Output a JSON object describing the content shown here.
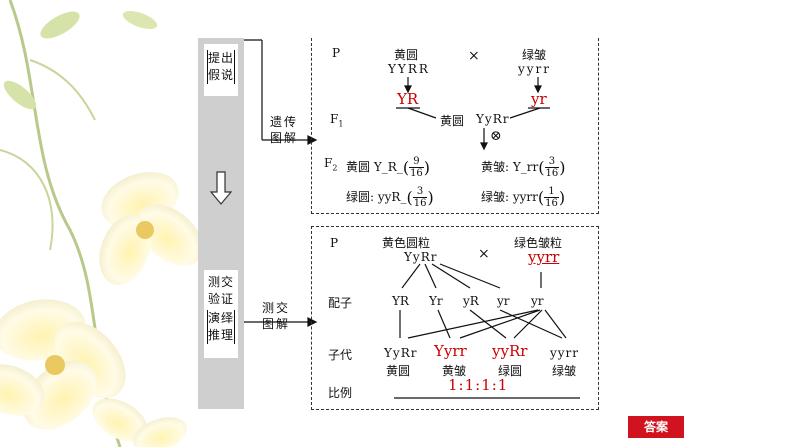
{
  "left_steps": {
    "step1": [
      "提出",
      "假说"
    ],
    "step2": [
      "测交",
      "验证"
    ],
    "step3": [
      "演绎",
      "推理"
    ]
  },
  "connectors": {
    "genetic_diagram": [
      "遗传",
      "图解"
    ],
    "testcross_diagram": [
      "测交",
      "图解"
    ]
  },
  "panel1": {
    "p_label": "P",
    "parent1_pheno": "黄圆",
    "parent1_geno": "YYRR",
    "cross": "×",
    "parent2_pheno": "绿皱",
    "parent2_geno": "yyrr",
    "gamete1": "YR",
    "gamete2": "yr",
    "f1_label": "F",
    "f1_sub": "1",
    "f1_pheno": "黄圆",
    "f1_geno": "YyRr",
    "selfing_symbol": "⊗",
    "f2_label": "F",
    "f2_sub": "2",
    "rows": [
      {
        "pheno": "黄圆",
        "geno": "Y_R_",
        "num": "9",
        "den": "16"
      },
      {
        "pheno": "黄皱",
        "geno": "Y_rr",
        "num": "3",
        "den": "16"
      },
      {
        "pheno": "绿圆",
        "geno": "yyR_",
        "num": "3",
        "den": "16"
      },
      {
        "pheno": "绿皱",
        "geno": "yyrr",
        "num": "1",
        "den": "16"
      }
    ]
  },
  "panel2": {
    "p_label": "P",
    "parent1_pheno": "黄色圆粒",
    "parent1_geno": "YyRr",
    "cross": "×",
    "parent2_pheno": "绿色皱粒",
    "parent2_geno": "yyrr",
    "gamete_label": "配子",
    "gametes1": [
      "YR",
      "Yr",
      "yR",
      "yr"
    ],
    "gamete2": "yr",
    "offspring_label": "子代",
    "offspring_geno": [
      "YyRr",
      "Yyrr",
      "yyRr",
      "yyrr"
    ],
    "offspring_pheno": [
      "黄圆",
      "黄皱",
      "绿圆",
      "绿皱"
    ],
    "ratio_label": "比例",
    "ratio": "1:1:1:1"
  },
  "answer_button": "答案",
  "colors": {
    "accent_red": "#cc0000",
    "button_red": "#d0131e",
    "sidebar_gray": "#cfcfcf"
  }
}
